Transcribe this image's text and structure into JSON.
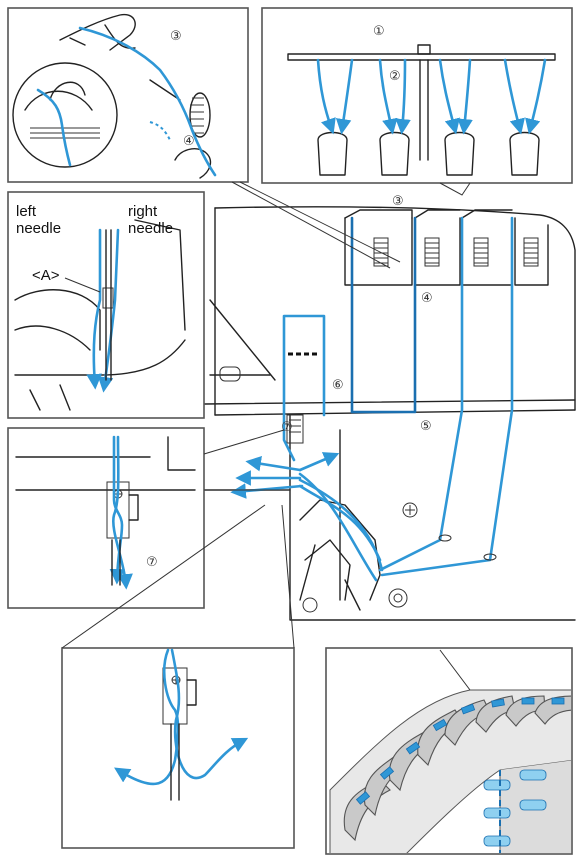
{
  "colors": {
    "thread": "#2f97d6",
    "thread_dark": "#1a6fb0",
    "line": "#222222",
    "frame": "#555555"
  },
  "labels": {
    "left_needle": [
      "left",
      "needle"
    ],
    "right_needle": [
      "right",
      "needle"
    ],
    "point_a": "<A>",
    "steps": {
      "s1": "①",
      "s2": "②",
      "s3": "③",
      "s4": "④",
      "s5": "⑤",
      "s6": "⑥",
      "s7": "⑦"
    }
  }
}
